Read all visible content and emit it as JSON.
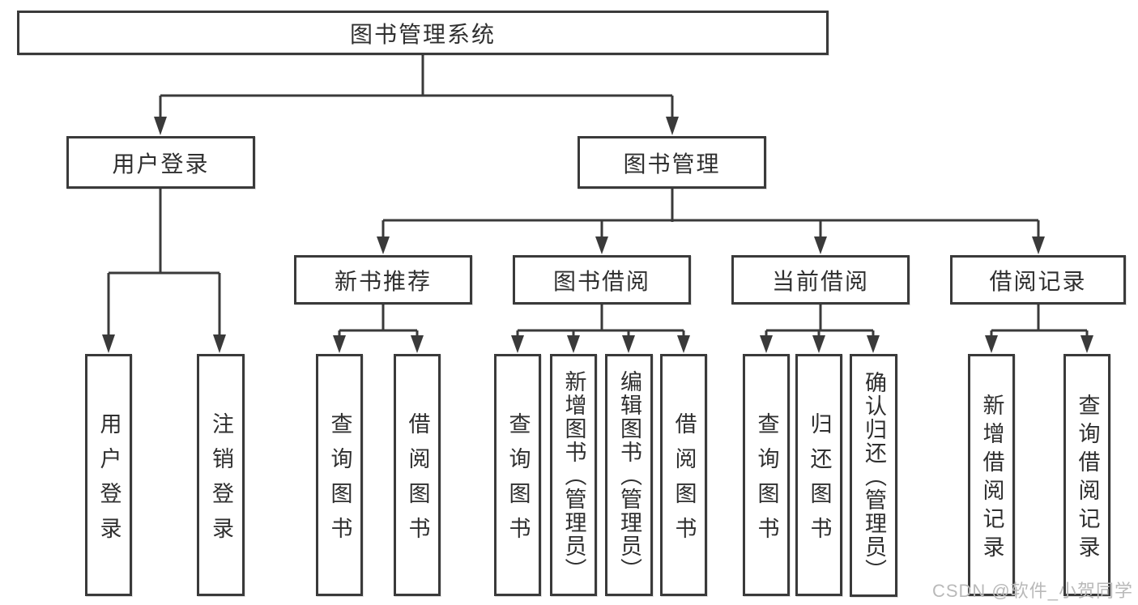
{
  "diagram": {
    "tree": {
      "root": {
        "label": "图书管理系统"
      },
      "branches": [
        {
          "label": "用户登录",
          "children": [
            {
              "label": "用户登录"
            },
            {
              "label": "注销登录"
            }
          ]
        },
        {
          "label": "图书管理",
          "children": [
            {
              "label": "新书推荐",
              "children": [
                {
                  "label": "查询图书"
                },
                {
                  "label": "借阅图书"
                }
              ]
            },
            {
              "label": "图书借阅",
              "children": [
                {
                  "label": "查询图书"
                },
                {
                  "label": "新增图书（管理员）"
                },
                {
                  "label": "编辑图书（管理员）"
                },
                {
                  "label": "借阅图书"
                }
              ]
            },
            {
              "label": "当前借阅",
              "children": [
                {
                  "label": "查询图书"
                },
                {
                  "label": "归还图书"
                },
                {
                  "label": "确认归还（管理员）"
                }
              ]
            },
            {
              "label": "借阅记录",
              "children": [
                {
                  "label": "新增借阅记录"
                },
                {
                  "label": "查询借阅记录"
                }
              ]
            }
          ]
        }
      ]
    },
    "colors": {
      "line": "#3a3a3a",
      "text": "#2f2f2f",
      "watermark": "#b9b9b9",
      "background": "#ffffff"
    }
  },
  "watermark": {
    "text": "CSDN @软件_小贺同学"
  }
}
